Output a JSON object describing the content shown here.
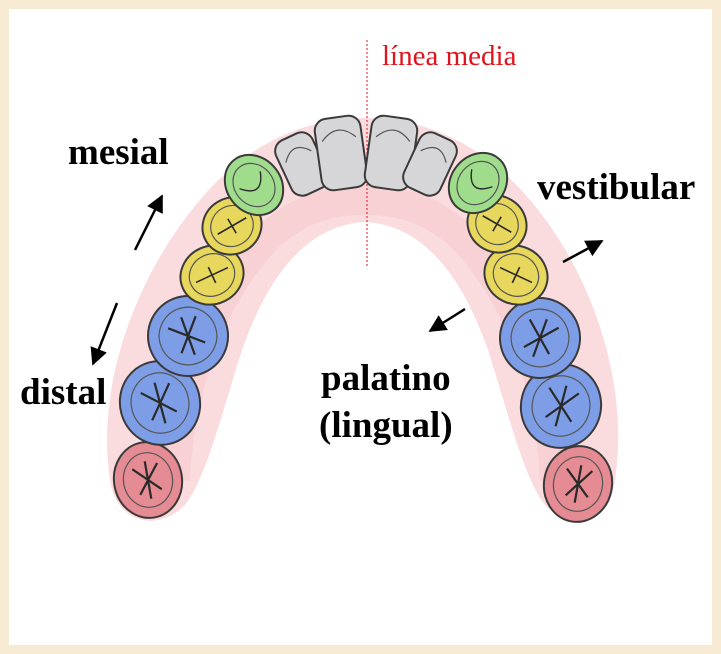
{
  "labels": {
    "midline": "línea media",
    "mesial": "mesial",
    "vestibular": "vestibular",
    "distal": "distal",
    "palatino": "palatino",
    "lingual": "(lingual)"
  },
  "colors": {
    "background": "#f6ead3",
    "midline": "#e0141e",
    "incisors": "#d6d6d8",
    "canines": "#9fdc8c",
    "premolars": "#e8d75d",
    "molars": "#7d9ee6",
    "third_molars": "#e48b94",
    "gum": "#f7c8cc"
  },
  "teeth": [
    {
      "name": "third-molar-left",
      "group": "third_molars"
    },
    {
      "name": "second-molar-left",
      "group": "molars"
    },
    {
      "name": "first-molar-left",
      "group": "molars"
    },
    {
      "name": "second-premolar-left",
      "group": "premolars"
    },
    {
      "name": "first-premolar-left",
      "group": "premolars"
    },
    {
      "name": "canine-left",
      "group": "canines"
    },
    {
      "name": "lateral-incisor-left",
      "group": "incisors"
    },
    {
      "name": "central-incisor-left",
      "group": "incisors"
    },
    {
      "name": "central-incisor-right",
      "group": "incisors"
    },
    {
      "name": "lateral-incisor-right",
      "group": "incisors"
    },
    {
      "name": "canine-right",
      "group": "canines"
    },
    {
      "name": "first-premolar-right",
      "group": "premolars"
    },
    {
      "name": "second-premolar-right",
      "group": "premolars"
    },
    {
      "name": "first-molar-right",
      "group": "molars"
    },
    {
      "name": "second-molar-right",
      "group": "molars"
    },
    {
      "name": "third-molar-right",
      "group": "third_molars"
    }
  ]
}
